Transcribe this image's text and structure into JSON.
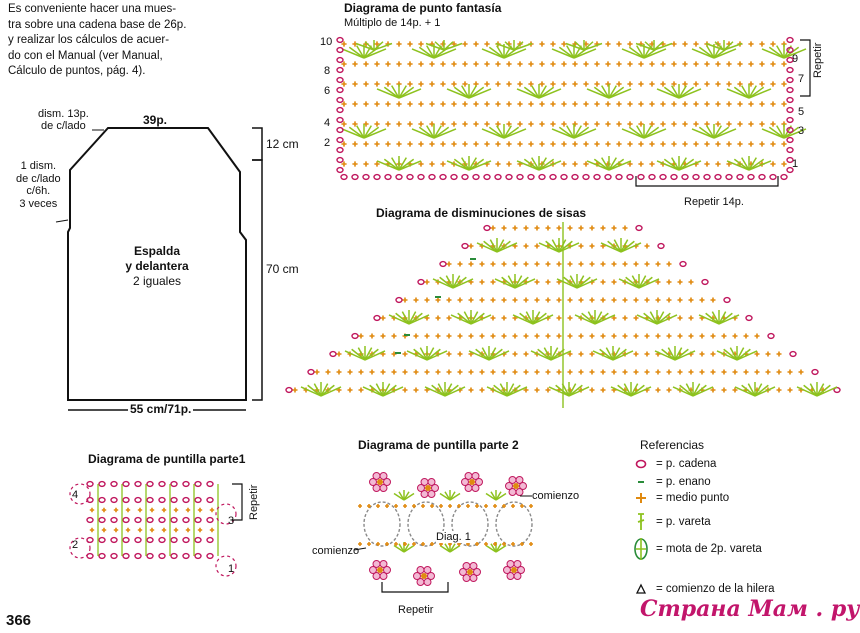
{
  "intro_lines": [
    "Es conveniente hacer una mues-",
    "tra sobre una cadena base de 26p.",
    "y realizar los cálculos de acuer-",
    "do con el Manual (ver Manual,",
    "Cálculo de puntos, pág. 4)."
  ],
  "schematic": {
    "top_label": "39p.",
    "left_label_1": [
      "dism. 13p.",
      "de c/lado"
    ],
    "left_label_2": [
      "1 dism.",
      "de c/lado",
      "c/6h.",
      "3 veces"
    ],
    "right_top": "12 cm",
    "right_main": "70 cm",
    "bottom_label": "55 cm/71p.",
    "center_title": [
      "Espalda",
      "y delantera"
    ],
    "center_sub": "2 iguales"
  },
  "fancy_stitch": {
    "title": "Diagrama de punto fantasía",
    "subtitle": "Múltiplo de 14p. + 1",
    "left_rows": [
      "10",
      "8",
      "6",
      "4",
      "2"
    ],
    "right_rows": [
      "9",
      "7",
      "5",
      "3",
      "1"
    ],
    "repeat_side": "Repetir",
    "repeat_bottom": "Repetir 14p."
  },
  "decrease": {
    "title": "Diagrama de disminuciones de sisas"
  },
  "edging1": {
    "title": "Diagrama  de puntilla parte1",
    "left_rows": [
      "4",
      "2"
    ],
    "right_rows": [
      "3",
      "1"
    ],
    "repeat": "Repetir"
  },
  "edging2": {
    "title": "Diagrama de puntilla parte 2",
    "start_top": "comienzo",
    "start_left": "comienzo",
    "diag_label": "Diag. 1",
    "repeat": "Repetir"
  },
  "legend": {
    "title": "Referencias",
    "items": [
      {
        "icon": "chain-icon",
        "label": "= p. cadena"
      },
      {
        "icon": "slip-stitch-icon",
        "label": "= p. enano"
      },
      {
        "icon": "single-crochet-icon",
        "label": "= medio punto"
      },
      {
        "icon": "double-crochet-icon",
        "label": "= p. vareta"
      },
      {
        "icon": "cluster-icon",
        "label": "= mota de 2p. vareta"
      },
      {
        "icon": "row-start-icon",
        "label": "= comienzo de la hilera"
      }
    ]
  },
  "page_number": "366",
  "watermark": "Страна Мам . ру",
  "colors": {
    "chain": "#c0185e",
    "slip": "#2a8c3a",
    "single": "#e08a10",
    "double": "#8dc21f",
    "text": "#111111"
  }
}
